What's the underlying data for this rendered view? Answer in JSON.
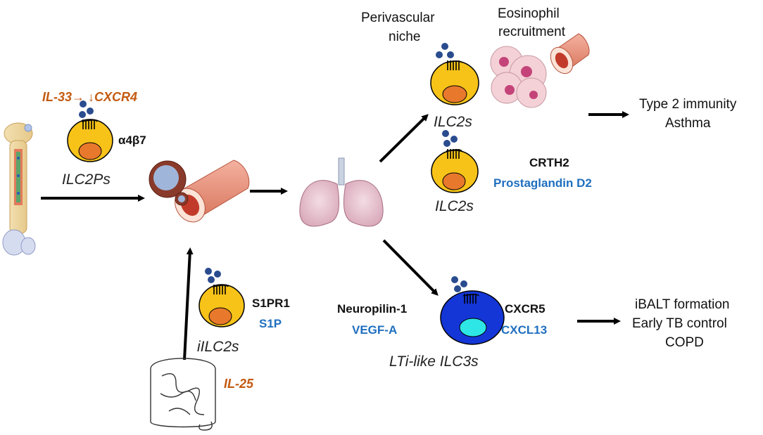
{
  "title": "",
  "cells": {
    "ilc2ps": "ILC2Ps",
    "ilc2s_top": "ILC2s",
    "ilc2s_mid": "ILC2s",
    "iilc2s": "iILC2s",
    "lti_ilc3s": "LTi-like ILC3s"
  },
  "labels": {
    "il33_cxcr4": "IL-33→ ↓CXCR4",
    "a4b7": "α4β7",
    "s1pr1": "S1PR1",
    "s1p": "S1P",
    "il25": "IL-25",
    "perivascular_1": "Perivascular",
    "perivascular_2": "niche",
    "eosinophil_1": "Eosinophil",
    "eosinophil_2": "recruitment",
    "crth2": "CRTH2",
    "pgd2": "Prostaglandin D2",
    "neuropilin": "Neuropilin-1",
    "vegfa": "VEGF-A",
    "cxcr5": "CXCR5",
    "cxcl13": "CXCL13"
  },
  "outcomes": {
    "type2_1": "Type 2 immunity",
    "type2_2": "Asthma",
    "ibalt_1": "iBALT formation",
    "ibalt_2": "Early TB control",
    "ibalt_3": "COPD"
  },
  "colors": {
    "ilc2_cell": "#f7c319",
    "nucleus": "#e8782c",
    "ilc3_cell": "#1436d6",
    "ilc3_nucleus": "#2ee6e6",
    "ligand": "#2a4c8f",
    "accent_blue": "#1f6fbf",
    "accent_orange": "#c45a11"
  }
}
